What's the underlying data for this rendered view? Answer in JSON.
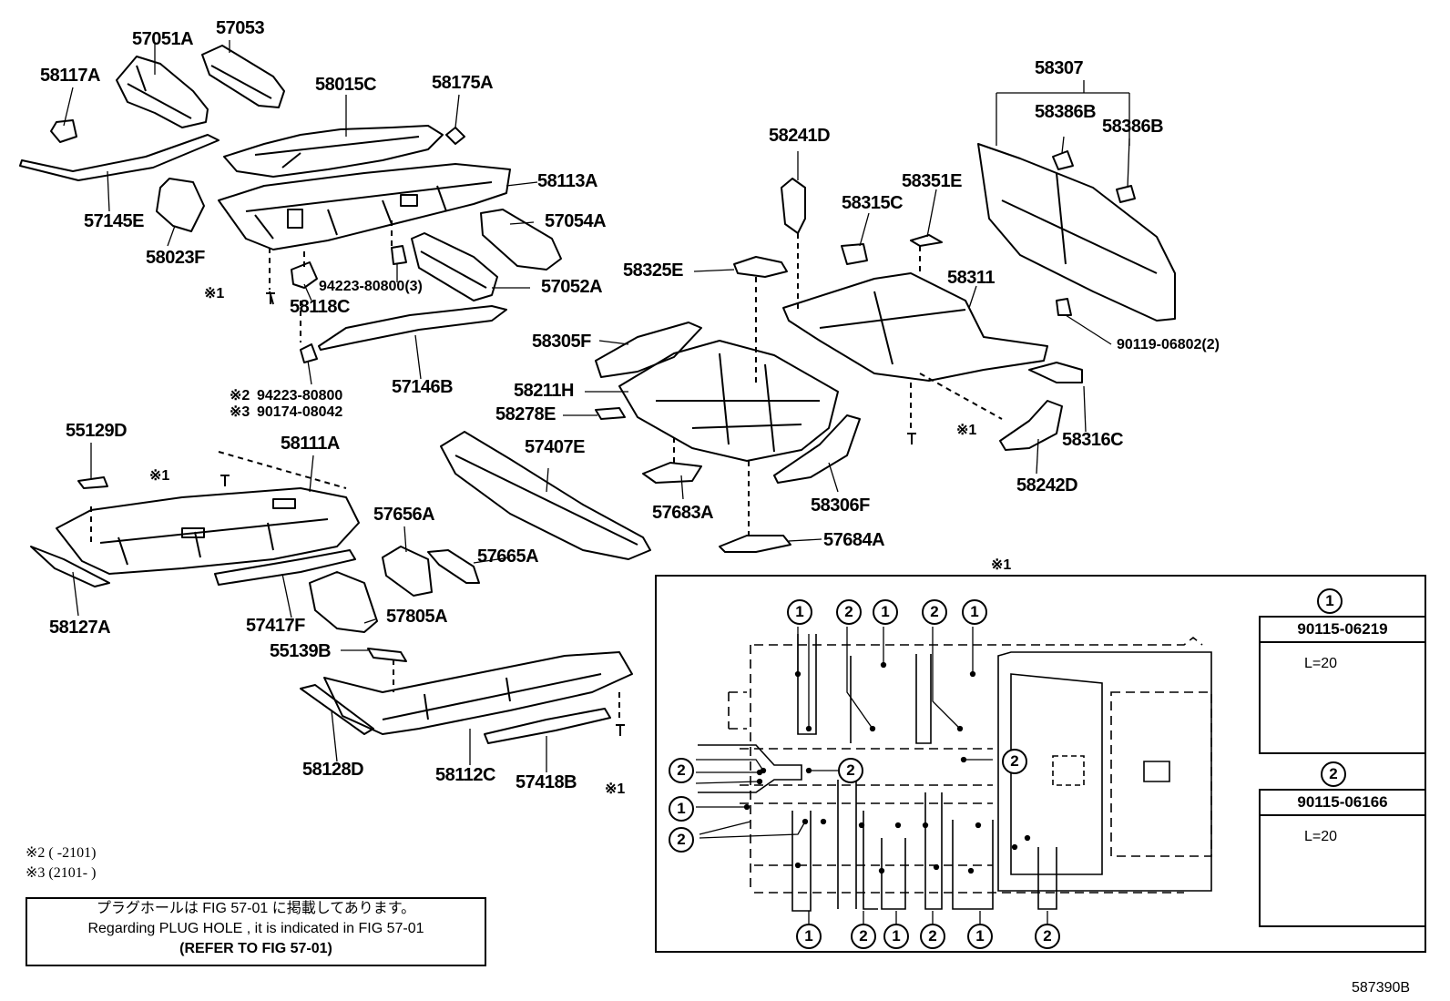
{
  "parts": {
    "p58117A": "58117A",
    "p57051A": "57051A",
    "p57053": "57053",
    "p58015C": "58015C",
    "p58175A": "58175A",
    "p57145E": "57145E",
    "p58113A": "58113A",
    "p58023F": "58023F",
    "p57054A": "57054A",
    "p94223_3": "94223-80800(3)",
    "p57052A": "57052A",
    "p58118C": "58118C",
    "p57146B": "57146B",
    "p94223": "94223-80800",
    "p90174": "90174-08042",
    "p55129D": "55129D",
    "p58111A": "58111A",
    "p58127A": "58127A",
    "p57417F": "57417F",
    "p57656A": "57656A",
    "p57665A": "57665A",
    "p57805A": "57805A",
    "p55139B": "55139B",
    "p58128D": "58128D",
    "p58112C": "58112C",
    "p57418B": "57418B",
    "p58241D": "58241D",
    "p58325E": "58325E",
    "p58305F": "58305F",
    "p58211H": "58211H",
    "p58278E": "58278E",
    "p57407E": "57407E",
    "p57683A": "57683A",
    "p58306F": "58306F",
    "p57684A": "57684A",
    "p58315C": "58315C",
    "p58351E": "58351E",
    "p58311": "58311",
    "p58307": "58307",
    "p58386B_1": "58386B",
    "p58386B_2": "58386B",
    "p90119": "90119-06802(2)",
    "p58316C": "58316C",
    "p58242D": "58242D"
  },
  "markers": {
    "ref1": "※1",
    "ref2": "※2",
    "ref3": "※3",
    "num1": "1",
    "num2": "2"
  },
  "notes": {
    "range2": "※2 (      -2101)",
    "range3": "※3 (2101-      )",
    "jp": "プラグホールは FIG 57-01 に掲載してあります。",
    "en": "Regarding  PLUG  HOLE , it is indicated in FIG  57-01",
    "refer": "(REFER  TO  FIG  57-01)"
  },
  "detail": {
    "title": "※1",
    "bolt1_no": "90115-06219",
    "bolt2_no": "90115-06166",
    "length": "L=20"
  },
  "diagram_id": "587390B"
}
